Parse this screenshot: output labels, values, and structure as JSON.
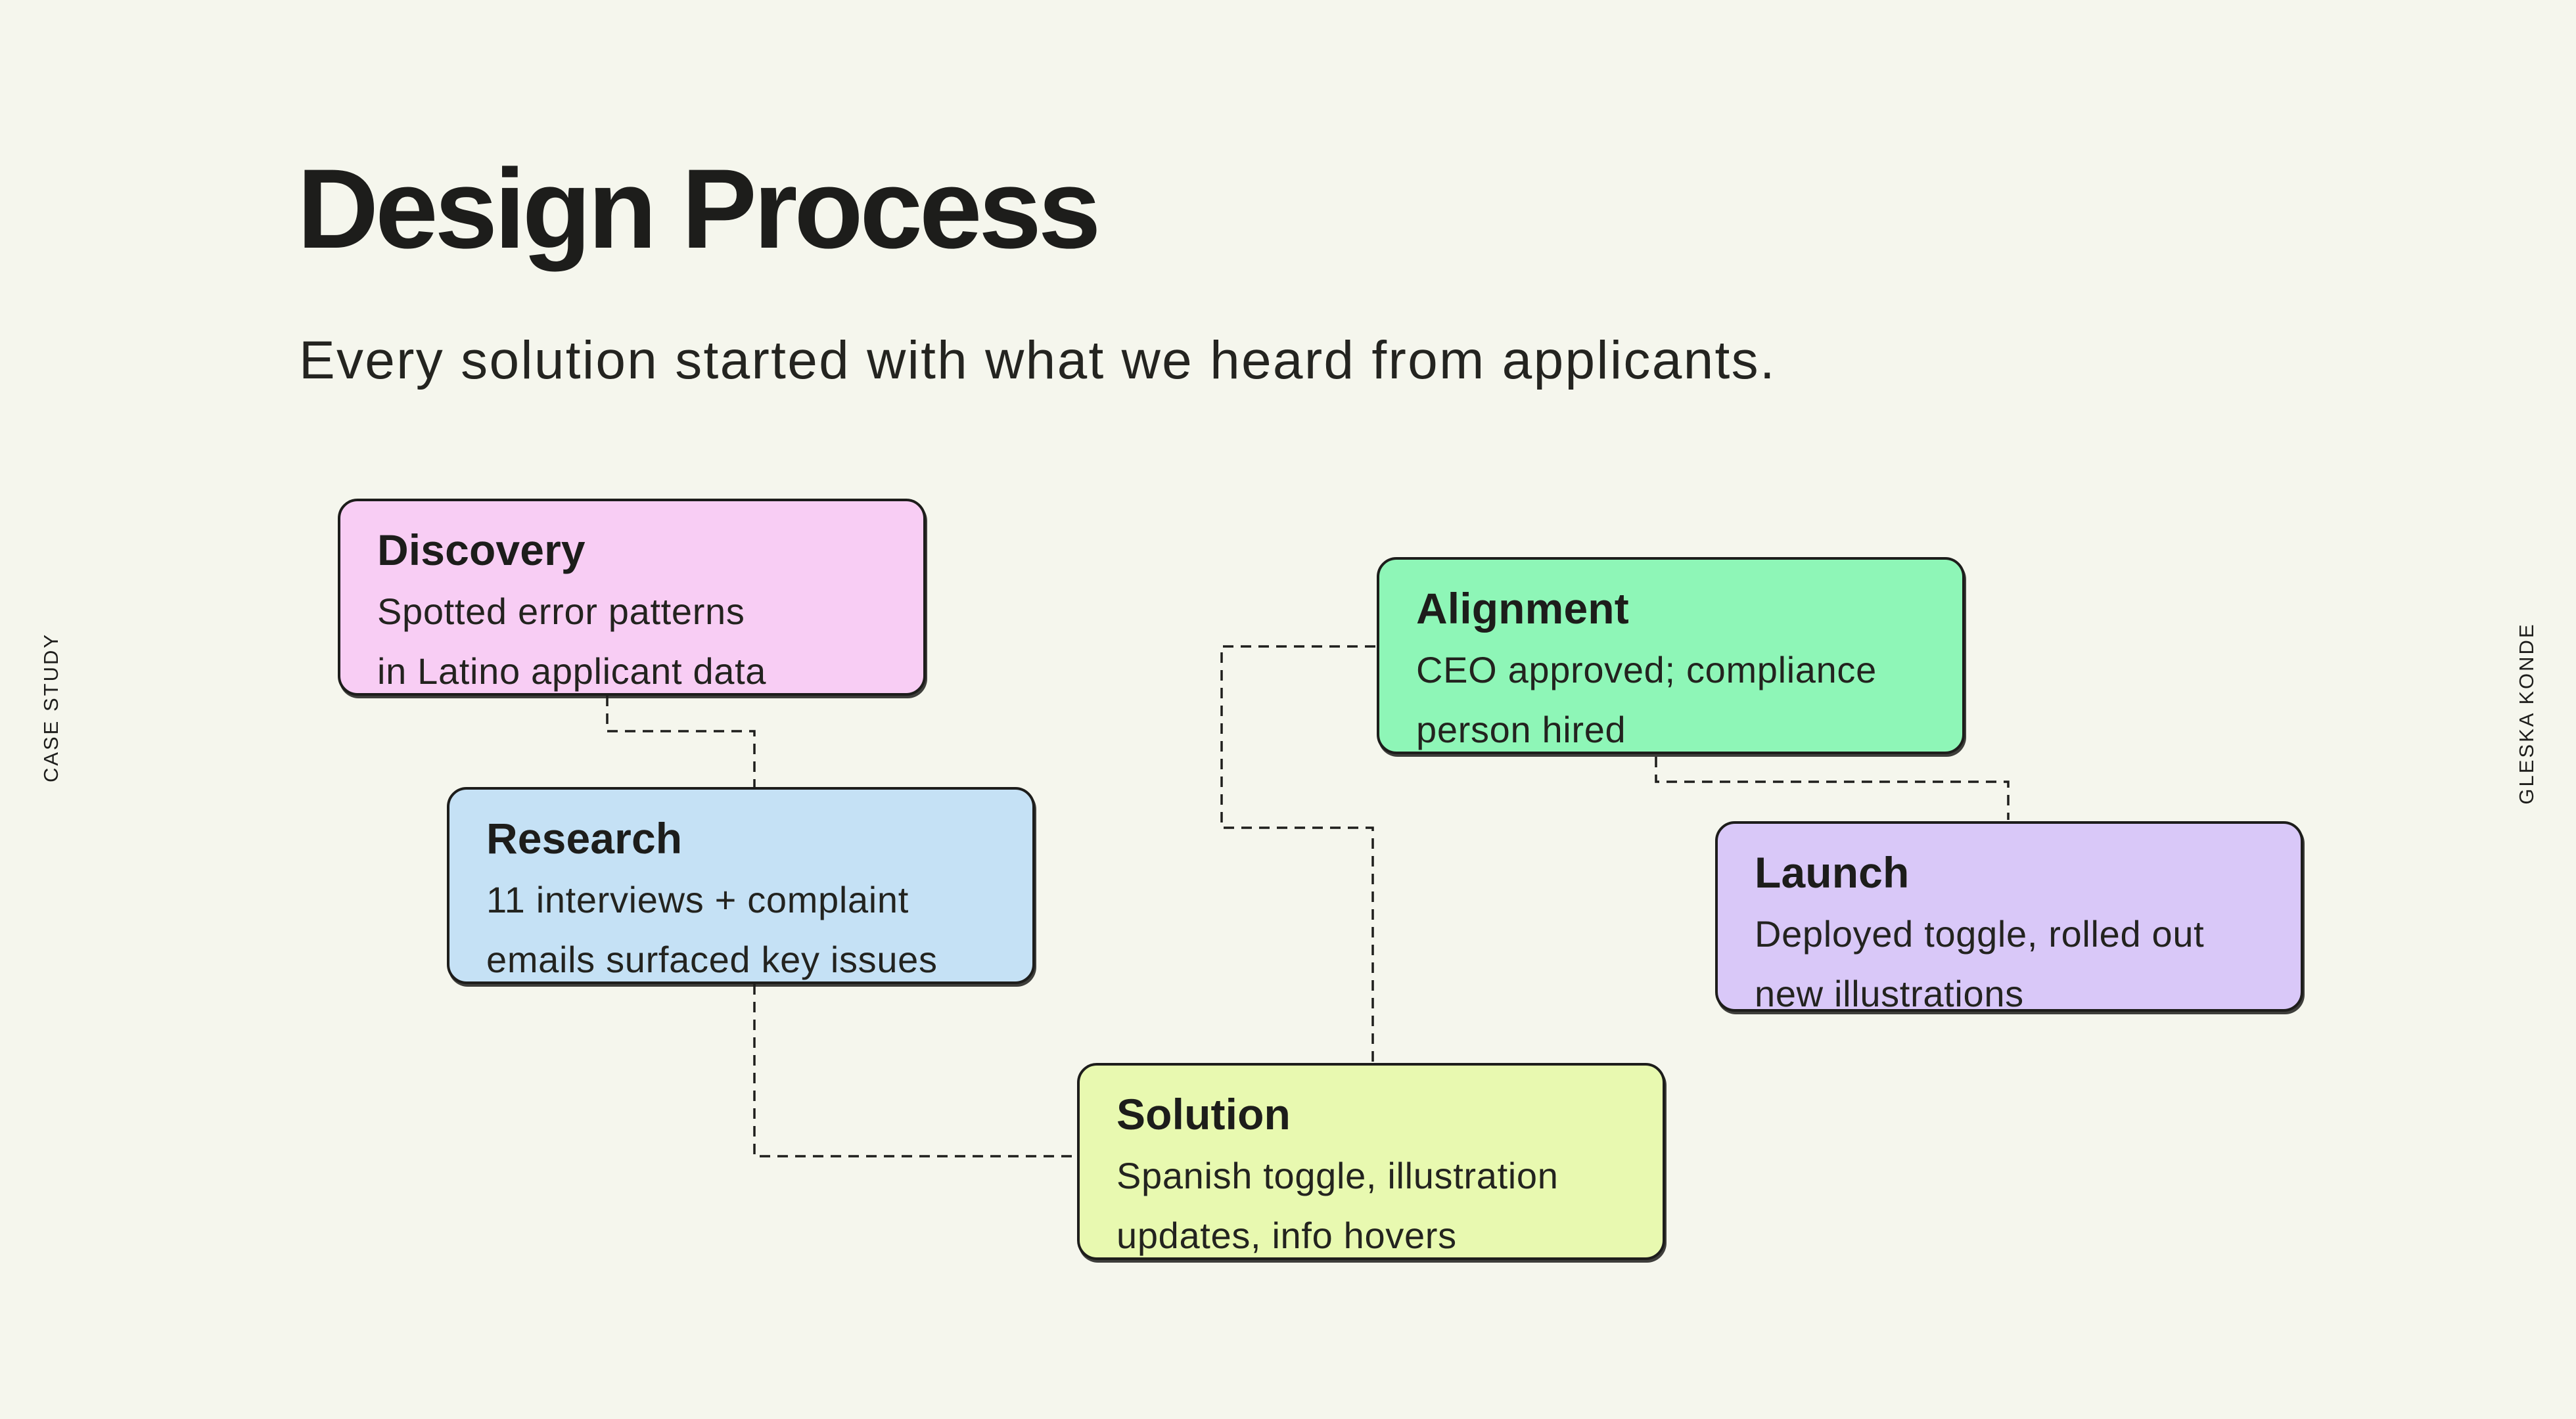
{
  "slide": {
    "title": "Design Process",
    "subtitle": "Every solution started with what we heard from applicants.",
    "side_label_left": "CASE STUDY",
    "side_label_right": "GLESKA KONDE"
  },
  "colors": {
    "background": "#f5f6ed",
    "ink": "#1d1d1b",
    "discovery_pink": "#f8cdf4",
    "research_blue": "#c5e1f5",
    "solution_lime": "#e8f9b0",
    "alignment_green": "#8ef6b7",
    "launch_lavender": "#d9c8f8"
  },
  "steps": [
    {
      "id": "discovery",
      "title": "Discovery",
      "body": "Spotted error patterns\nin Latino applicant data",
      "color": "#f8cdf4"
    },
    {
      "id": "research",
      "title": "Research",
      "body": "11 interviews + complaint\nemails surfaced key issues",
      "color": "#c5e1f5"
    },
    {
      "id": "solution",
      "title": "Solution",
      "body": "Spanish toggle, illustration\nupdates, info hovers",
      "color": "#e8f9b0"
    },
    {
      "id": "alignment",
      "title": "Alignment",
      "body": "CEO approved; compliance\nperson hired",
      "color": "#8ef6b7"
    },
    {
      "id": "launch",
      "title": "Launch",
      "body": "Deployed toggle, rolled out\nnew illustrations",
      "color": "#d9c8f8"
    }
  ],
  "connectors": [
    {
      "from": "Discovery",
      "to": "Research",
      "style": "dashed"
    },
    {
      "from": "Research",
      "to": "Solution",
      "style": "dashed"
    },
    {
      "from": "Solution",
      "to": "Alignment",
      "style": "dashed"
    },
    {
      "from": "Alignment",
      "to": "Launch",
      "style": "dashed"
    }
  ]
}
